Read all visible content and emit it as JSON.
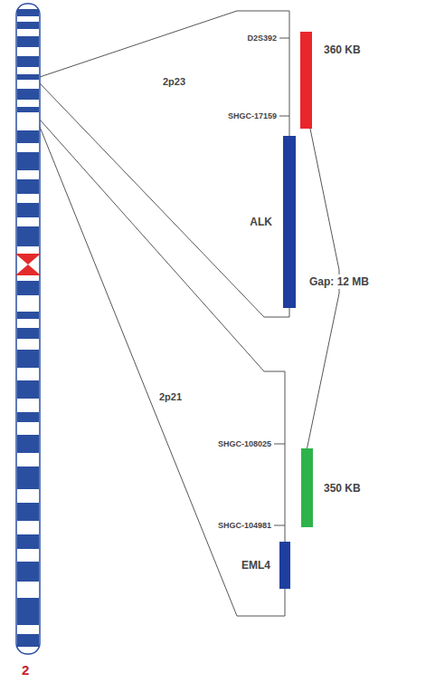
{
  "diagram": {
    "nodes": [
      {
        "text": [
          "360 KB"
        ]
      },
      {
        "text": [
          "ALK"
        ]
      },
      {
        "text": [
          "350 KB"
        ]
      },
      {
        "text": [
          "EML4"
        ]
      }
    ],
    "edges": [
      {
        "from": 0,
        "to": 2,
        "label": "Gap: 12 MB",
        "arrow": "none"
      }
    ],
    "labels": [
      "2p23",
      "D2S392",
      "SHGC-17159",
      "2p21",
      "SHGC-108025",
      "SHGC-104981",
      "2"
    ]
  }
}
